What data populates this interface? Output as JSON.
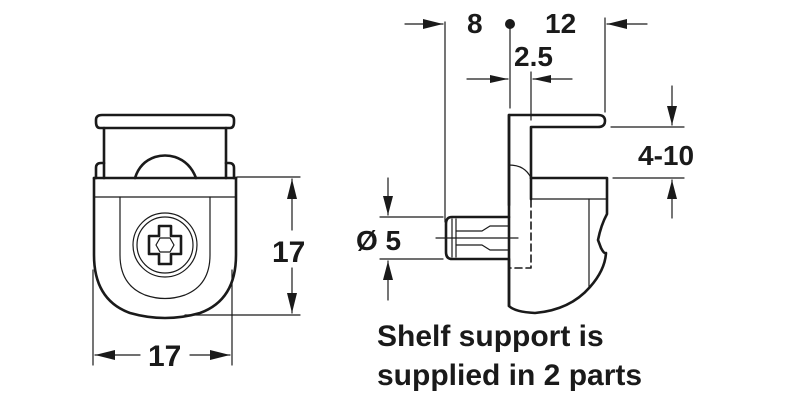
{
  "diagram": {
    "type": "technical-drawing",
    "subject": "Shelf support (two-part)",
    "line_color": "#1a1a1a",
    "background": "#ffffff",
    "front_view": {
      "dimensions": {
        "width": "17",
        "height": "17"
      }
    },
    "side_view": {
      "dimensions": {
        "left_offset": "8",
        "right_offset": "12",
        "gap": "2.5",
        "shelf_thickness": "4-10",
        "pin_diameter": "Ø 5"
      }
    },
    "caption": {
      "line1": "Shelf support is",
      "line2": "supplied in 2 parts"
    }
  }
}
